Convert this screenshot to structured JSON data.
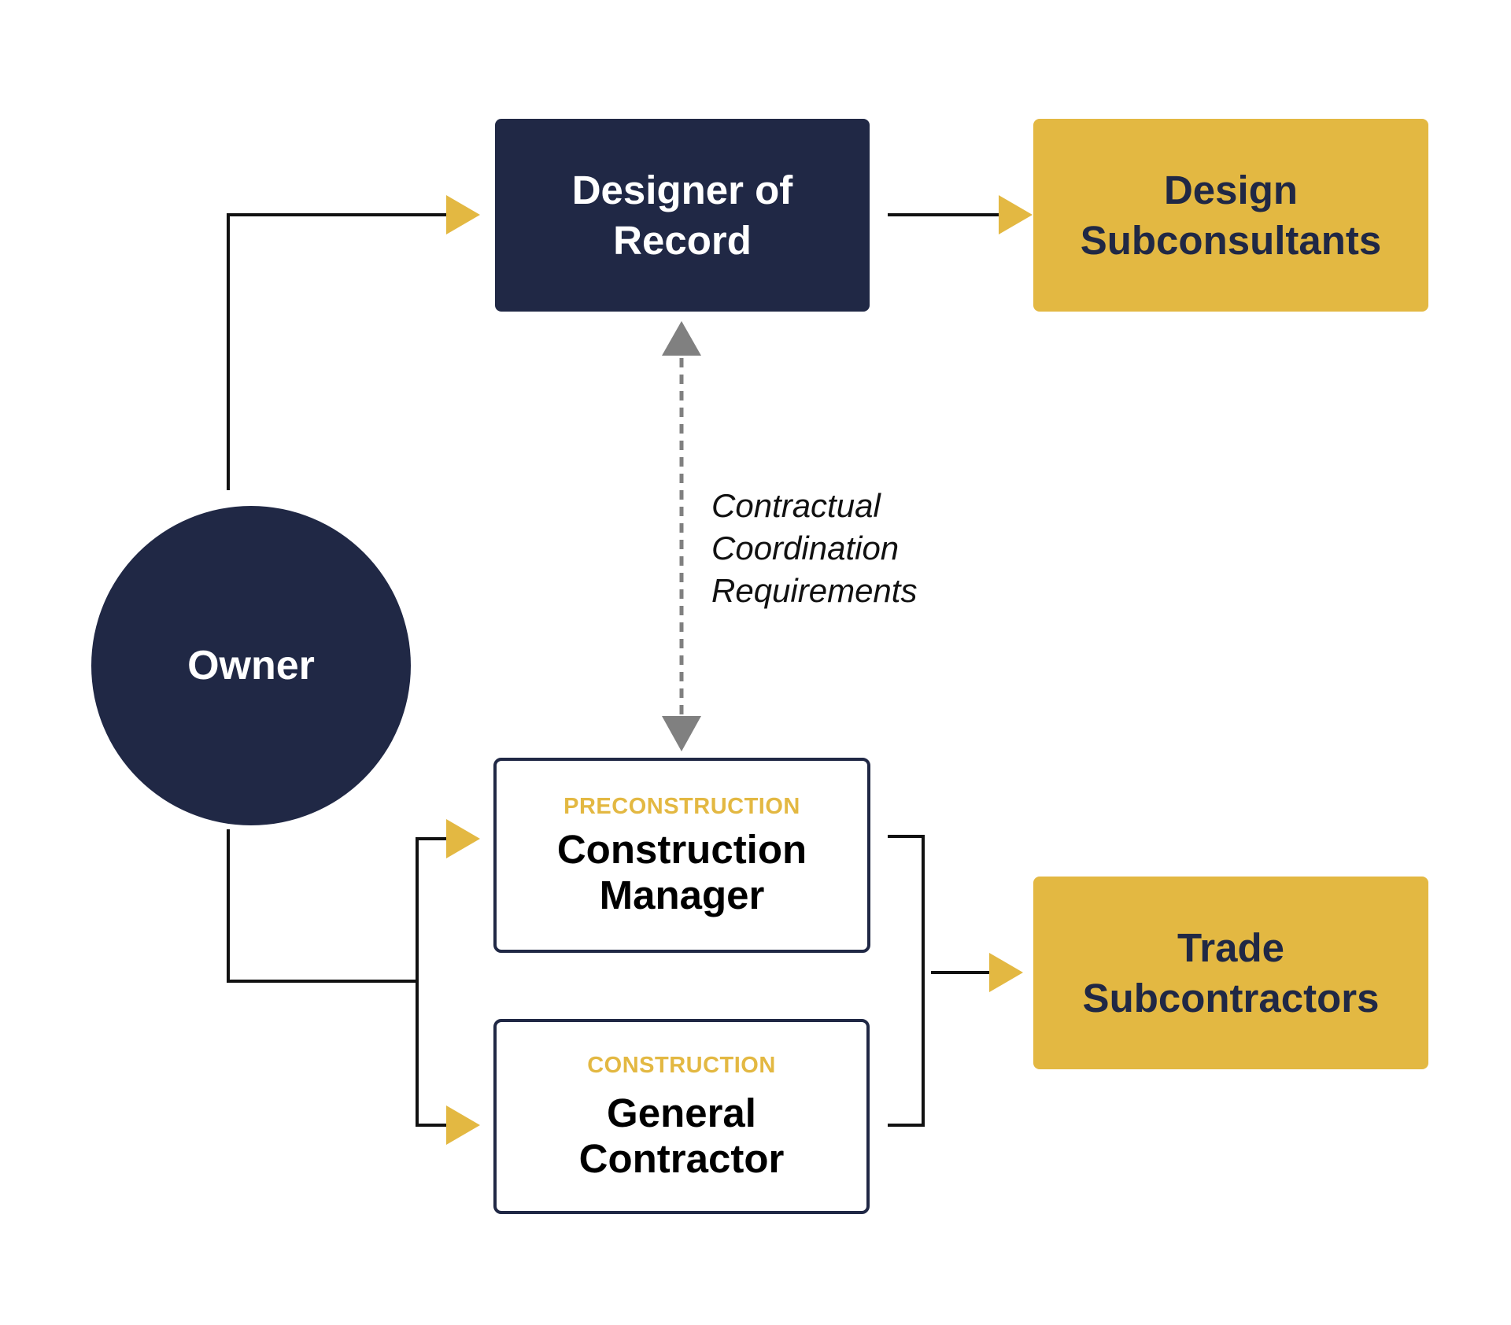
{
  "nodes": {
    "designer_of_record": {
      "line1": "Designer of",
      "line2": "Record"
    },
    "design_subconsultants": {
      "line1": "Design",
      "line2": "Subconsultants"
    },
    "owner": {
      "label": "Owner"
    },
    "construction_manager": {
      "phase": "PRECONSTRUCTION",
      "line1": "Construction",
      "line2": "Manager"
    },
    "general_contractor": {
      "phase": "CONSTRUCTION",
      "line1": "General",
      "line2": "Contractor"
    },
    "trade_subcontractors": {
      "line1": "Trade",
      "line2": "Subcontractors"
    }
  },
  "coordination_note": {
    "line1": "Contractual",
    "line2": "Coordination",
    "line3": "Requirements"
  },
  "colors": {
    "navy": "#202845",
    "gold": "#E3B842",
    "gray_arrow": "#808080",
    "connector": "#111111"
  }
}
